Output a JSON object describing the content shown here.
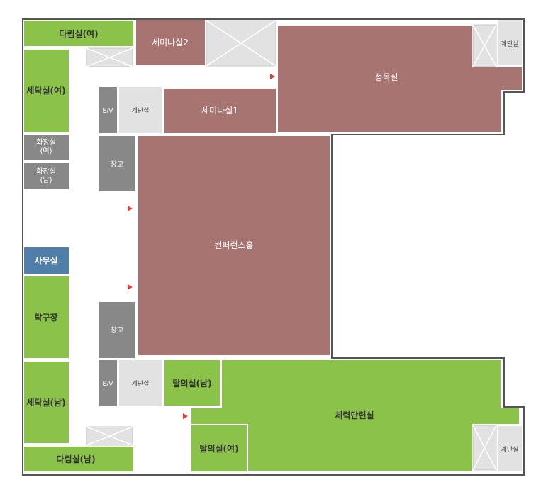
{
  "colors": {
    "green": "#8bc34a",
    "maroon": "#a87472",
    "gray": "#888888",
    "lightgray": "#e2e2e2",
    "blue": "#4f7ea8",
    "arrow": "#e53935",
    "outline": "#555555"
  },
  "rooms": {
    "drying_female": "다림실(여)",
    "seminar2": "세미나실2",
    "reading_room": "정독실",
    "stairs_top_right": "계단실",
    "laundry_female": "세탁실(여)",
    "elevator_top": "E/V",
    "stairs_top": "계단실",
    "seminar1": "세미나실1",
    "restroom_female": "화장실\n(여)",
    "restroom_male": "화장실\n(남)",
    "storage_top": "창고",
    "conference_hall": "컨퍼런스홀",
    "office": "사무실",
    "table_tennis": "탁구장",
    "storage_bottom": "창고",
    "laundry_male": "세탁실(남)",
    "elevator_bottom": "E/V",
    "stairs_bottom": "계단실",
    "locker_male": "탈의실(남)",
    "gym": "체력단련실",
    "locker_female": "탈의실(여)",
    "stairs_bottom_right": "계단실",
    "drying_male": "다림실(남)"
  }
}
